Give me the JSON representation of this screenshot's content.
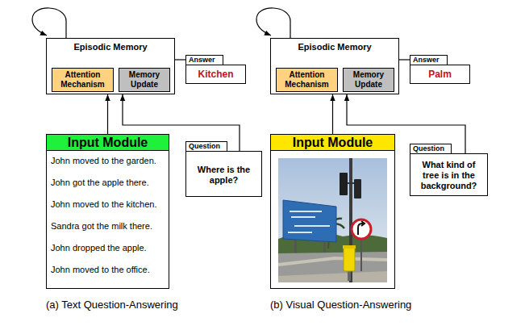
{
  "diagram": {
    "nodes": [
      {
        "text": [
          "Episodic Memory"
        ]
      },
      {
        "text": [
          "Attention Mechanism"
        ],
        "in": 0
      },
      {
        "text": [
          "Memory Update"
        ],
        "in": 0
      },
      {
        "text": [
          "Answer",
          "Kitchen"
        ]
      },
      {
        "text": [
          "Episodic Memory"
        ]
      },
      {
        "text": [
          "Attention Mechanism"
        ],
        "in": 4
      },
      {
        "text": [
          "Memory Update"
        ],
        "in": 4
      },
      {
        "text": [
          "Answer",
          "Palm"
        ]
      },
      {
        "text": [
          "Input Module",
          "John moved to the garden.",
          "John got the apple there.",
          "John moved to the kitchen.",
          "Sandra got the milk there.",
          "John dropped the apple.",
          "John moved to the office."
        ]
      },
      {
        "text": [
          "Question",
          "Where is the apple?"
        ]
      },
      {
        "text": [
          "Input Module"
        ]
      },
      {
        "text": [
          "Question",
          "What kind of tree is in the background?"
        ]
      }
    ],
    "edges": [
      {
        "from": 0,
        "to": 3,
        "arrow": "none"
      },
      {
        "from": 8,
        "to": 0,
        "arrow": "to"
      },
      {
        "from": 9,
        "to": 0,
        "arrow": "to"
      },
      {
        "from": 4,
        "to": 7,
        "arrow": "none"
      },
      {
        "from": 10,
        "to": 4,
        "arrow": "to"
      },
      {
        "from": 11,
        "to": 4,
        "arrow": "to"
      }
    ],
    "labels": [
      "(a) Text Question-Answering",
      "(b) Visual Question-Answering"
    ]
  }
}
